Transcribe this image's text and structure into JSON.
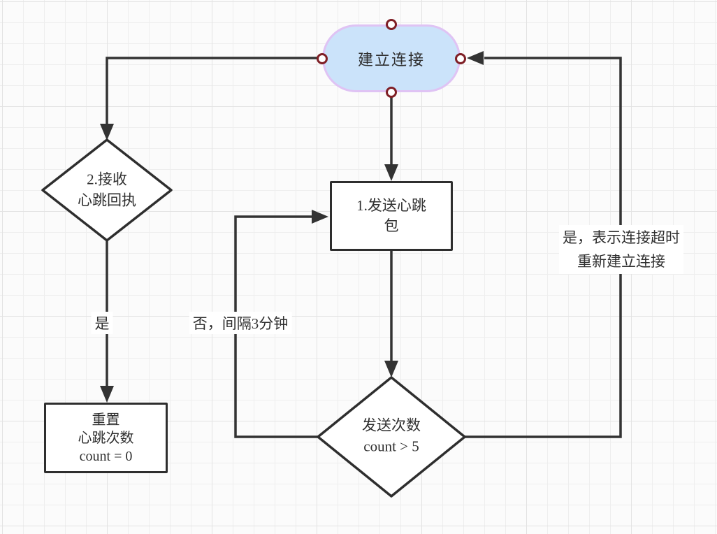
{
  "nodes": {
    "establish": {
      "label": "建立连接",
      "fill": "#cbe3fa",
      "border": "#dfc3f4"
    },
    "receive": {
      "lines": [
        "2.接收",
        "心跳回执"
      ]
    },
    "send": {
      "lines": [
        "1.发送心跳",
        "包"
      ]
    },
    "count_check": {
      "lines": [
        "发送次数",
        "count > 5"
      ]
    },
    "reset": {
      "lines": [
        "重置",
        "心跳次数",
        "count = 0"
      ]
    }
  },
  "edge_labels": {
    "yes": "是",
    "no_interval": "否，间隔3分钟",
    "timeout": [
      "是，表示连接超时",
      "重新建立连接"
    ]
  },
  "colors": {
    "canvas_background": "#fbfbfb",
    "grid_minor": "#eeeeee",
    "grid_major": "#e3e3e3",
    "edge": "#333333",
    "node_border": "#2e2e2e",
    "node_fill": "#ffffff",
    "pill_fill": "#cbe3fa",
    "pill_border": "#dfc3f4",
    "handle_ring": "#7f1f26",
    "handle_fill": "#ffffff",
    "text": "#2f2f2f",
    "label_background": "#ffffff"
  }
}
